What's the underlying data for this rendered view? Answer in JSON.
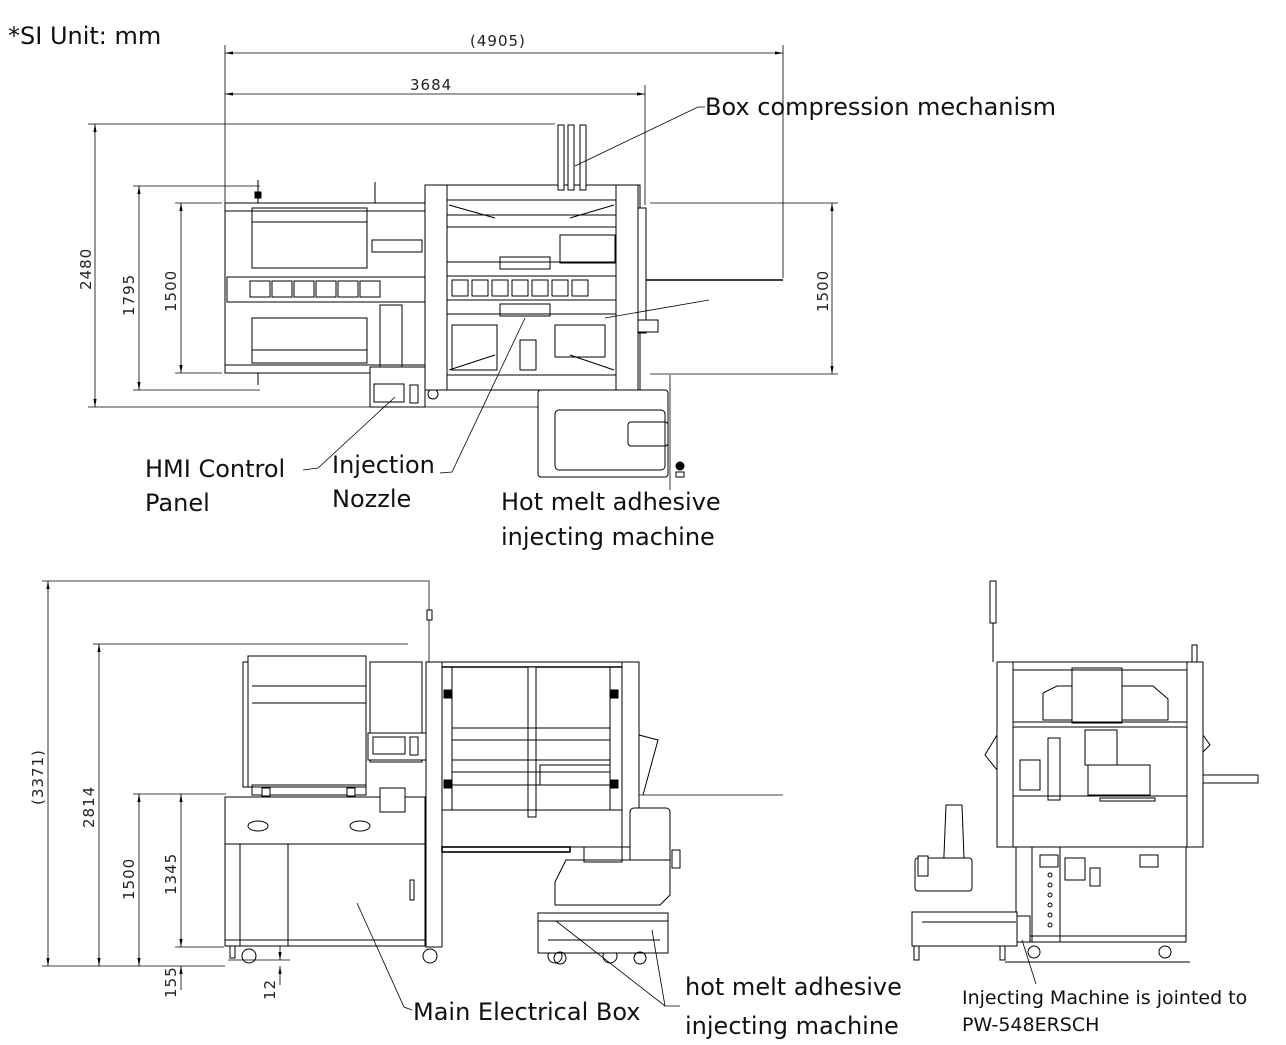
{
  "unit_note": "*SI Unit: mm",
  "top_view": {
    "dimensions": {
      "overall_length": "(4905)",
      "machine_length": "3684",
      "overall_width": "2480",
      "frame_width": "1795",
      "inner_width_left": "1500",
      "inner_width_right": "1500"
    },
    "callouts": {
      "box_compression": "Box compression mechanism",
      "hmi_line1": "HMI Control",
      "hmi_line2": "Panel",
      "nozzle_line1": "Injection",
      "nozzle_line2": "Nozzle",
      "hotmelt_line1": "Hot melt adhesive",
      "hotmelt_line2": "injecting machine"
    }
  },
  "front_view": {
    "dimensions": {
      "overall_height": "(3371)",
      "frame_height": "2814",
      "table_height": "1500",
      "table_top_offset": "1345",
      "caster_height": "155",
      "floor_clearance": "12"
    },
    "callouts": {
      "electrical_box": "Main Electrical Box",
      "hotmelt_line1": "hot melt adhesive",
      "hotmelt_line2": "injecting machine"
    }
  },
  "side_view": {
    "callouts": {
      "joint_line1": "Injecting Machine is jointed to",
      "joint_line2": "PW-548ERSCH"
    }
  }
}
